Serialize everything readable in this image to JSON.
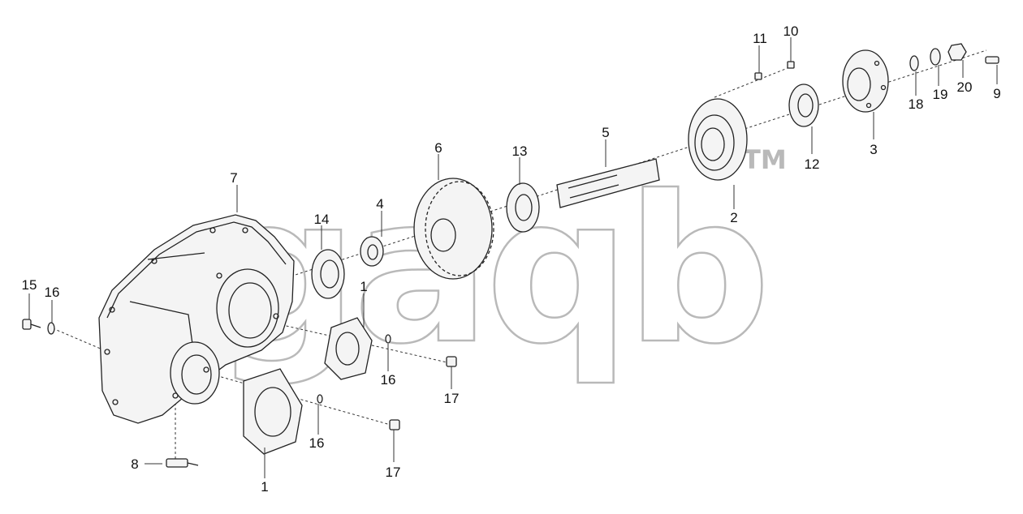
{
  "watermark": {
    "text": "gaqb",
    "tm": "TM"
  },
  "callouts": {
    "c1a": "1",
    "c1b": "1",
    "c2": "2",
    "c3": "3",
    "c4": "4",
    "c5": "5",
    "c6": "6",
    "c7": "7",
    "c8": "8",
    "c9": "9",
    "c10": "10",
    "c11": "11",
    "c12": "12",
    "c13": "13",
    "c14": "14",
    "c15": "15",
    "c16a": "16",
    "c16b": "16",
    "c16c": "16",
    "c17a": "17",
    "c17b": "17",
    "c18": "18",
    "c19": "19",
    "c20": "20"
  }
}
